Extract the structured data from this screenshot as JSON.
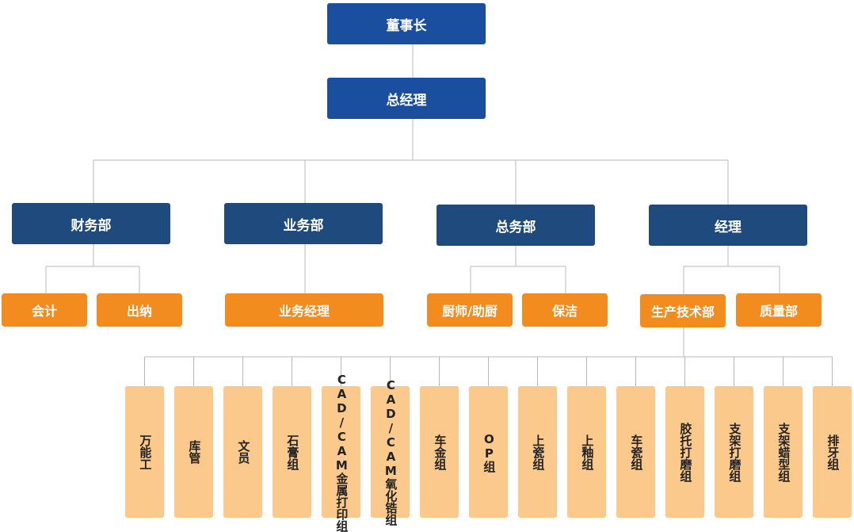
{
  "colors": {
    "top": "#1a4fa0",
    "department": "#1e4a7e",
    "subunit": "#f28c1f",
    "team": "#fac98b",
    "connector": "#b8b8b8"
  },
  "org": {
    "chairman": "董事长",
    "general_manager": "总经理",
    "departments": [
      {
        "name": "财务部",
        "units": [
          "会计",
          "出纳"
        ]
      },
      {
        "name": "业务部",
        "units": [
          "业务经理"
        ]
      },
      {
        "name": "总务部",
        "units": [
          "厨师/助厨",
          "保洁"
        ]
      },
      {
        "name": "经理",
        "units": [
          "生产技术部",
          "质量部"
        ]
      }
    ],
    "production_teams": [
      "万能工",
      "库管",
      "文员",
      "石膏组",
      "CAD/CAM金属打印组",
      "CAD/CAM氧化锆组",
      "车金组",
      "OP组",
      "上瓷组",
      "上釉组",
      "车瓷组",
      "胶托打磨组",
      "支架打磨组",
      "支架蜡型组",
      "排牙组"
    ]
  }
}
